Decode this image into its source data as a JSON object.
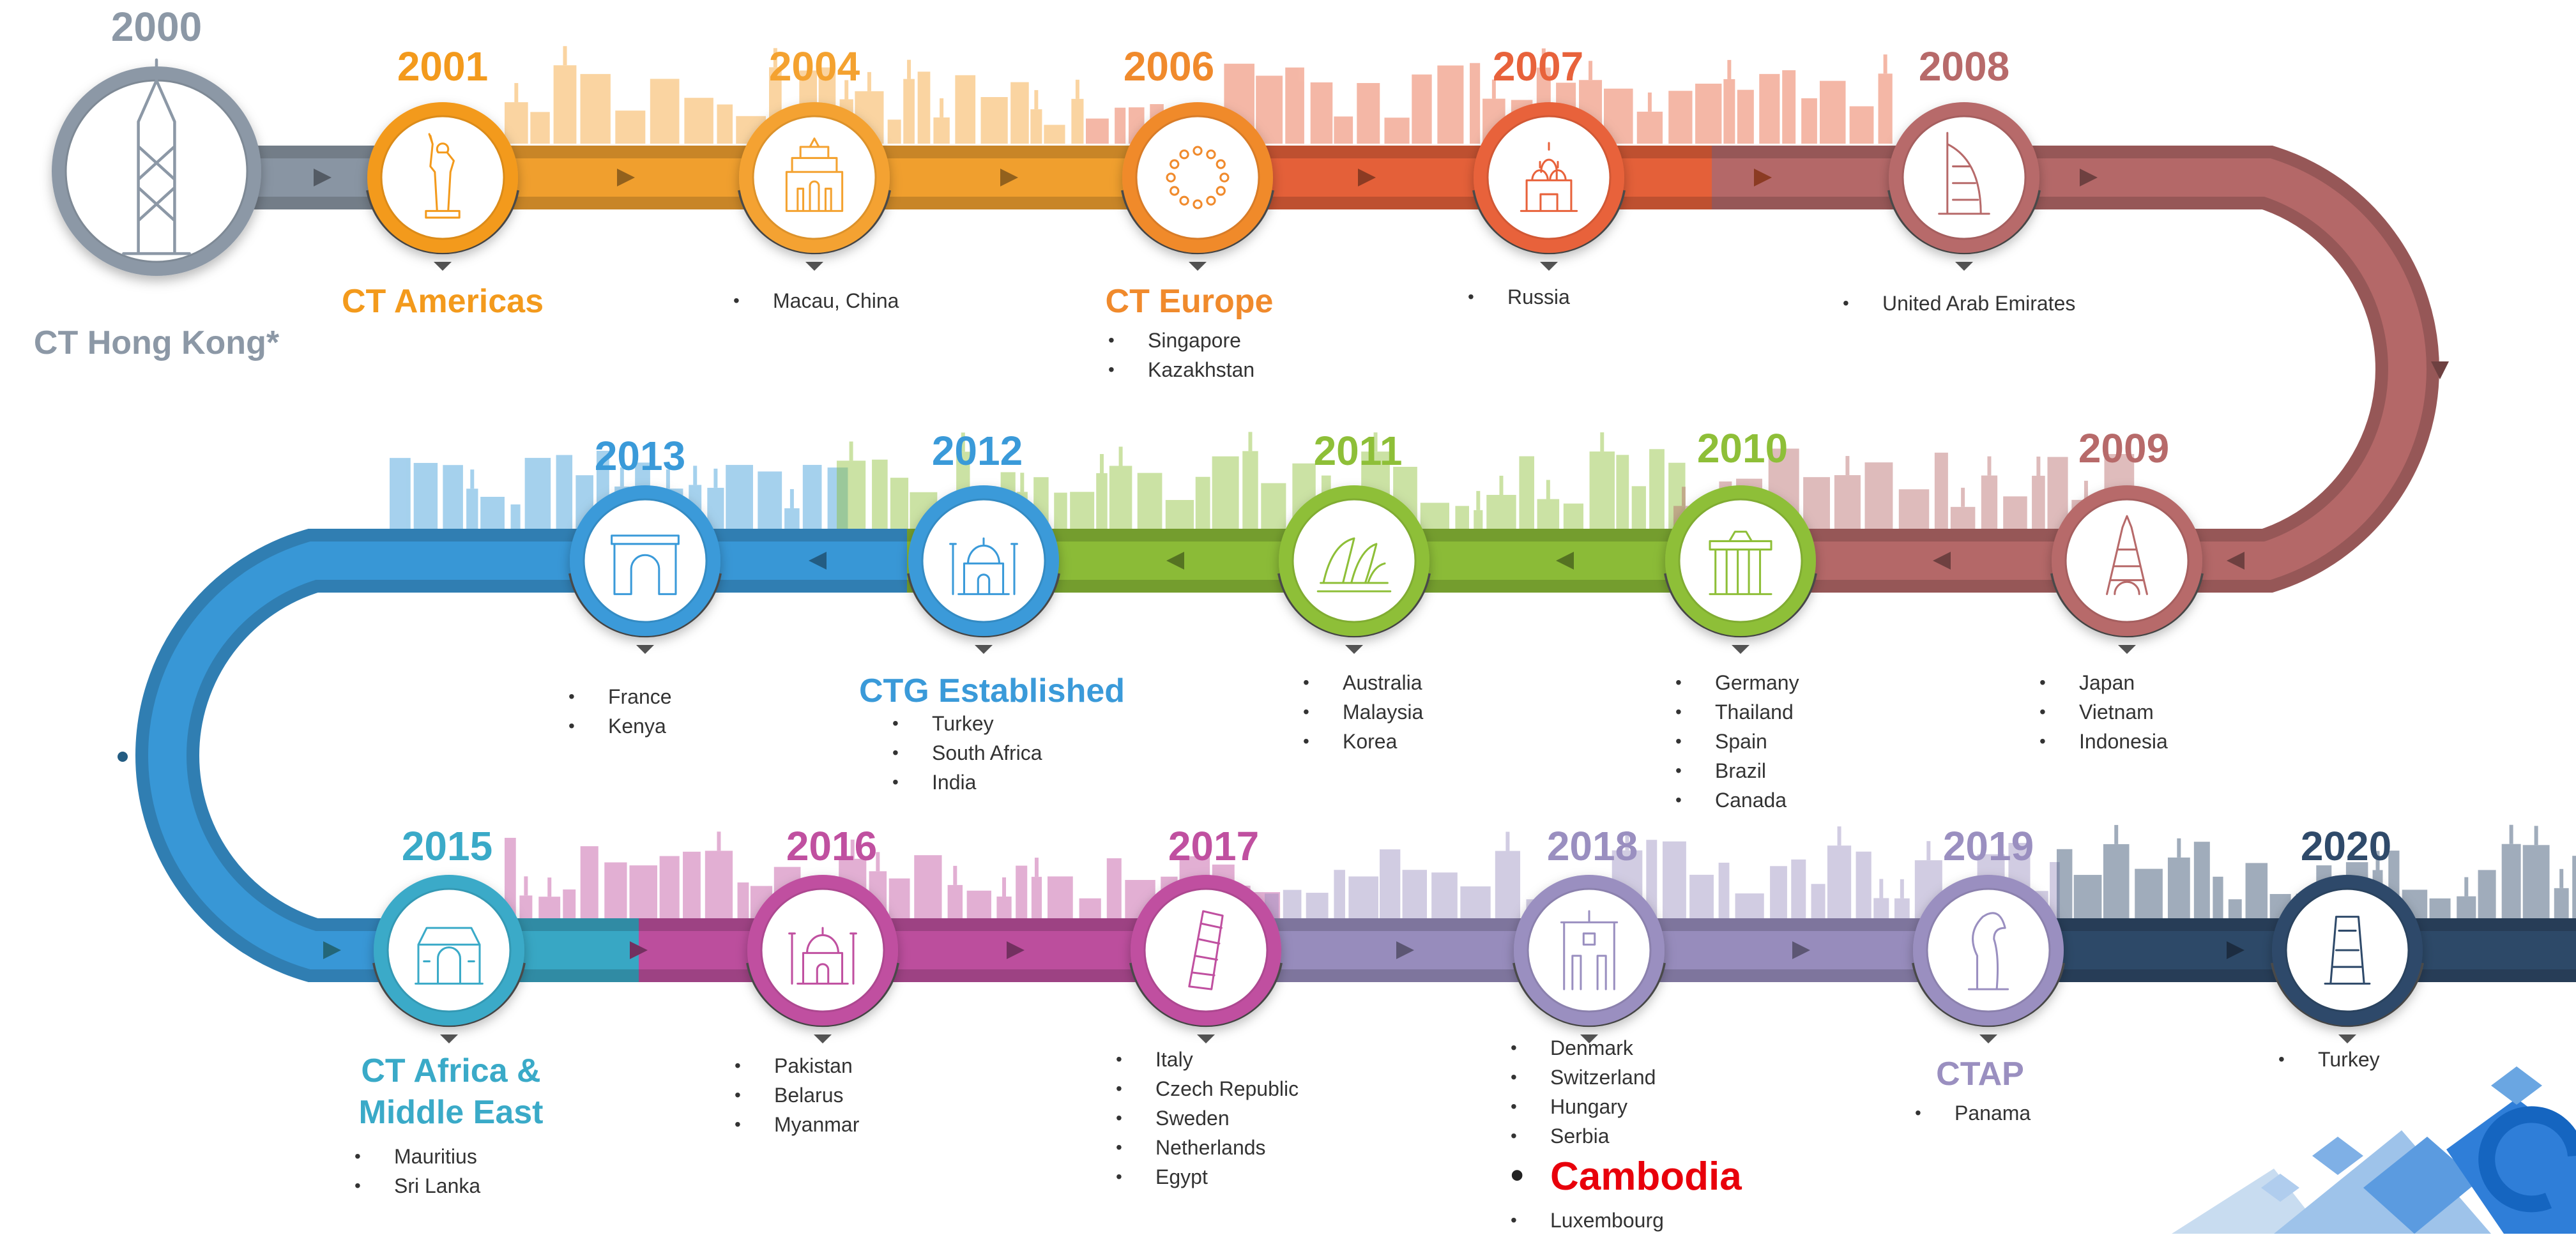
{
  "milestones": [
    {
      "year": "2000",
      "title": "CT Hong Kong*",
      "items": [],
      "color": "#8c98a6",
      "icon": "hong-kong-tower-icon"
    },
    {
      "year": "2001",
      "title": "CT Americas",
      "items": [],
      "color": "#f39a1c",
      "icon": "statue-of-liberty-icon"
    },
    {
      "year": "2004",
      "title": "",
      "items": [
        "Macau, China"
      ],
      "color": "#f4a230",
      "icon": "ruins-of-st-paul-icon"
    },
    {
      "year": "2006",
      "title": "CT Europe",
      "items": [
        "Singapore",
        "Kazakhstan"
      ],
      "color": "#f08a2c",
      "icon": "eu-stars-icon"
    },
    {
      "year": "2007",
      "title": "",
      "items": [
        "Russia"
      ],
      "color": "#e8623b",
      "icon": "kremlin-icon"
    },
    {
      "year": "2008",
      "title": "",
      "items": [
        "United Arab Emirates"
      ],
      "color": "#b76a6a",
      "icon": "burj-al-arab-icon"
    },
    {
      "year": "2009",
      "title": "",
      "items": [
        "Japan",
        "Vietnam",
        "Indonesia"
      ],
      "color": "#b76a6a",
      "icon": "tokyo-tower-icon"
    },
    {
      "year": "2010",
      "title": "",
      "items": [
        "Germany",
        "Thailand",
        "Spain",
        "Brazil",
        "Canada"
      ],
      "color": "#8ebf38",
      "icon": "brandenburg-gate-icon"
    },
    {
      "year": "2011",
      "title": "",
      "items": [
        "Australia",
        "Malaysia",
        "Korea"
      ],
      "color": "#8ebf38",
      "icon": "sydney-opera-house-icon"
    },
    {
      "year": "2012",
      "title": "CTG Established",
      "items": [
        "Turkey",
        "South Africa",
        "India"
      ],
      "color": "#3a9ad9",
      "icon": "mosque-icon"
    },
    {
      "year": "2013",
      "title": "",
      "items": [
        "France",
        "Kenya"
      ],
      "color": "#3a9ad9",
      "icon": "arc-de-triomphe-icon"
    },
    {
      "year": "2015",
      "title": "CT Africa &\nMiddle East",
      "items": [
        "Mauritius",
        "Sri Lanka"
      ],
      "color": "#3aaac8",
      "icon": "museum-building-icon"
    },
    {
      "year": "2016",
      "title": "",
      "items": [
        "Pakistan",
        "Belarus",
        "Myanmar"
      ],
      "color": "#c050a0",
      "icon": "mosque-dome-icon"
    },
    {
      "year": "2017",
      "title": "",
      "items": [
        "Italy",
        "Czech Republic",
        "Sweden",
        "Netherlands",
        "Egypt"
      ],
      "color": "#c050a0",
      "icon": "leaning-tower-icon"
    },
    {
      "year": "2018",
      "title": "",
      "items": [
        "Denmark",
        "Switzerland",
        "Hungary",
        "Serbia"
      ],
      "special": "Cambodia",
      "items_after": [
        "Luxembourg"
      ],
      "color": "#9a8fc0",
      "icon": "tower-building-icon"
    },
    {
      "year": "2019",
      "title": "CTAP",
      "items": [
        "Panama"
      ],
      "color": "#9a8fc0",
      "icon": "merlion-icon"
    },
    {
      "year": "2020",
      "title": "",
      "items": [
        "Turkey"
      ],
      "color": "#2f4a6a",
      "icon": "modern-tower-icon"
    }
  ],
  "colors": {
    "grey": "#8c98a6",
    "orange": "#f4a230",
    "red": "#e8623b",
    "brown": "#b76a6a",
    "green": "#8ebf38",
    "blue": "#3a9ad9",
    "cyan": "#3aaac8",
    "magenta": "#c050a0",
    "lavender": "#9a8fc0",
    "navy": "#2f4a6a",
    "highlight": "#e8000b"
  }
}
